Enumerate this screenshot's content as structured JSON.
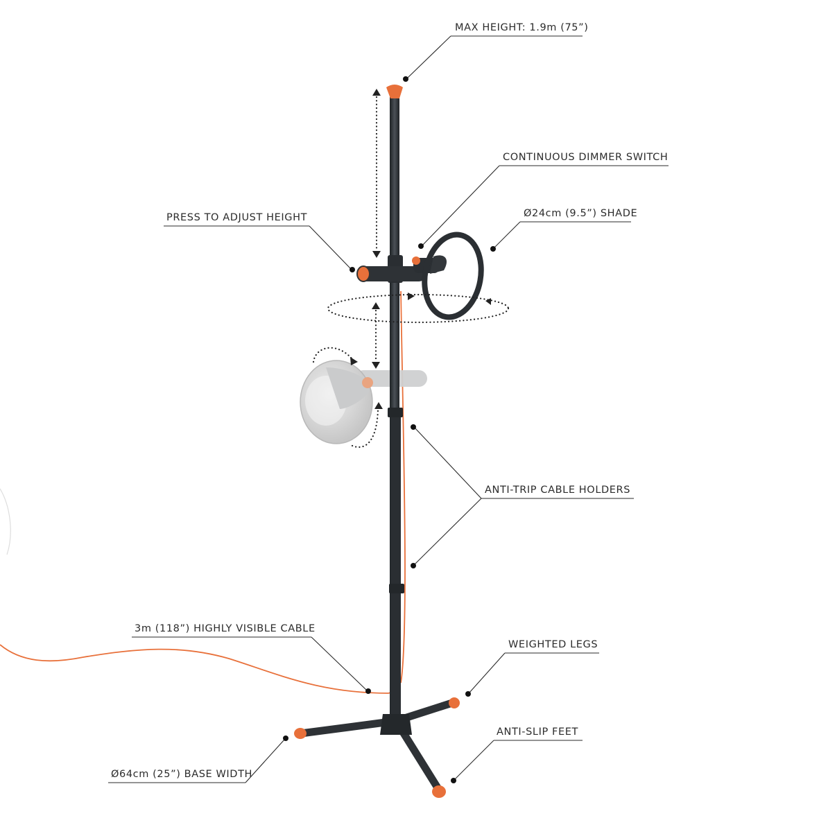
{
  "labels": {
    "max_height": "MAX HEIGHT: 1.9m (75”)",
    "dimmer_switch": "CONTINUOUS DIMMER SWITCH",
    "adjust_height": "PRESS TO ADJUST HEIGHT",
    "shade": "Ø24cm (9.5”) SHADE",
    "cable_holders": "ANTI-TRIP CABLE HOLDERS",
    "cable": "3m (118”) HIGHLY VISIBLE CABLE",
    "weighted_legs": "WEIGHTED LEGS",
    "anti_slip_feet": "ANTI-SLIP FEET",
    "base_width": "Ø64cm (25”) BASE WIDTH"
  },
  "colors": {
    "accent": "#e8703a",
    "frame": "#2e3236",
    "text": "#2b2b2b",
    "ghost_shade": "#d9dadb"
  }
}
